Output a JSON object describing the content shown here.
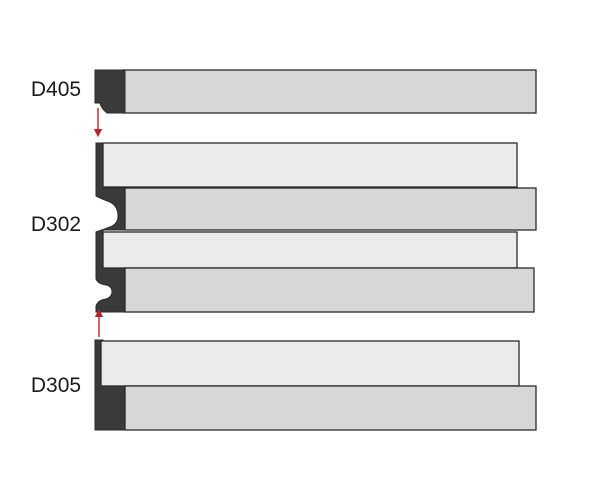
{
  "labels": {
    "d405": "D405",
    "d302": "D302",
    "d305": "D305"
  },
  "colors": {
    "background": "#ffffff",
    "label_text": "#1a1a1a",
    "outline": "#2a2a2a",
    "dark_end": "#3a3a3a",
    "board_light": "#ebebeb",
    "board_mid": "#d7d7d7",
    "arrow": "#b8262b"
  }
}
